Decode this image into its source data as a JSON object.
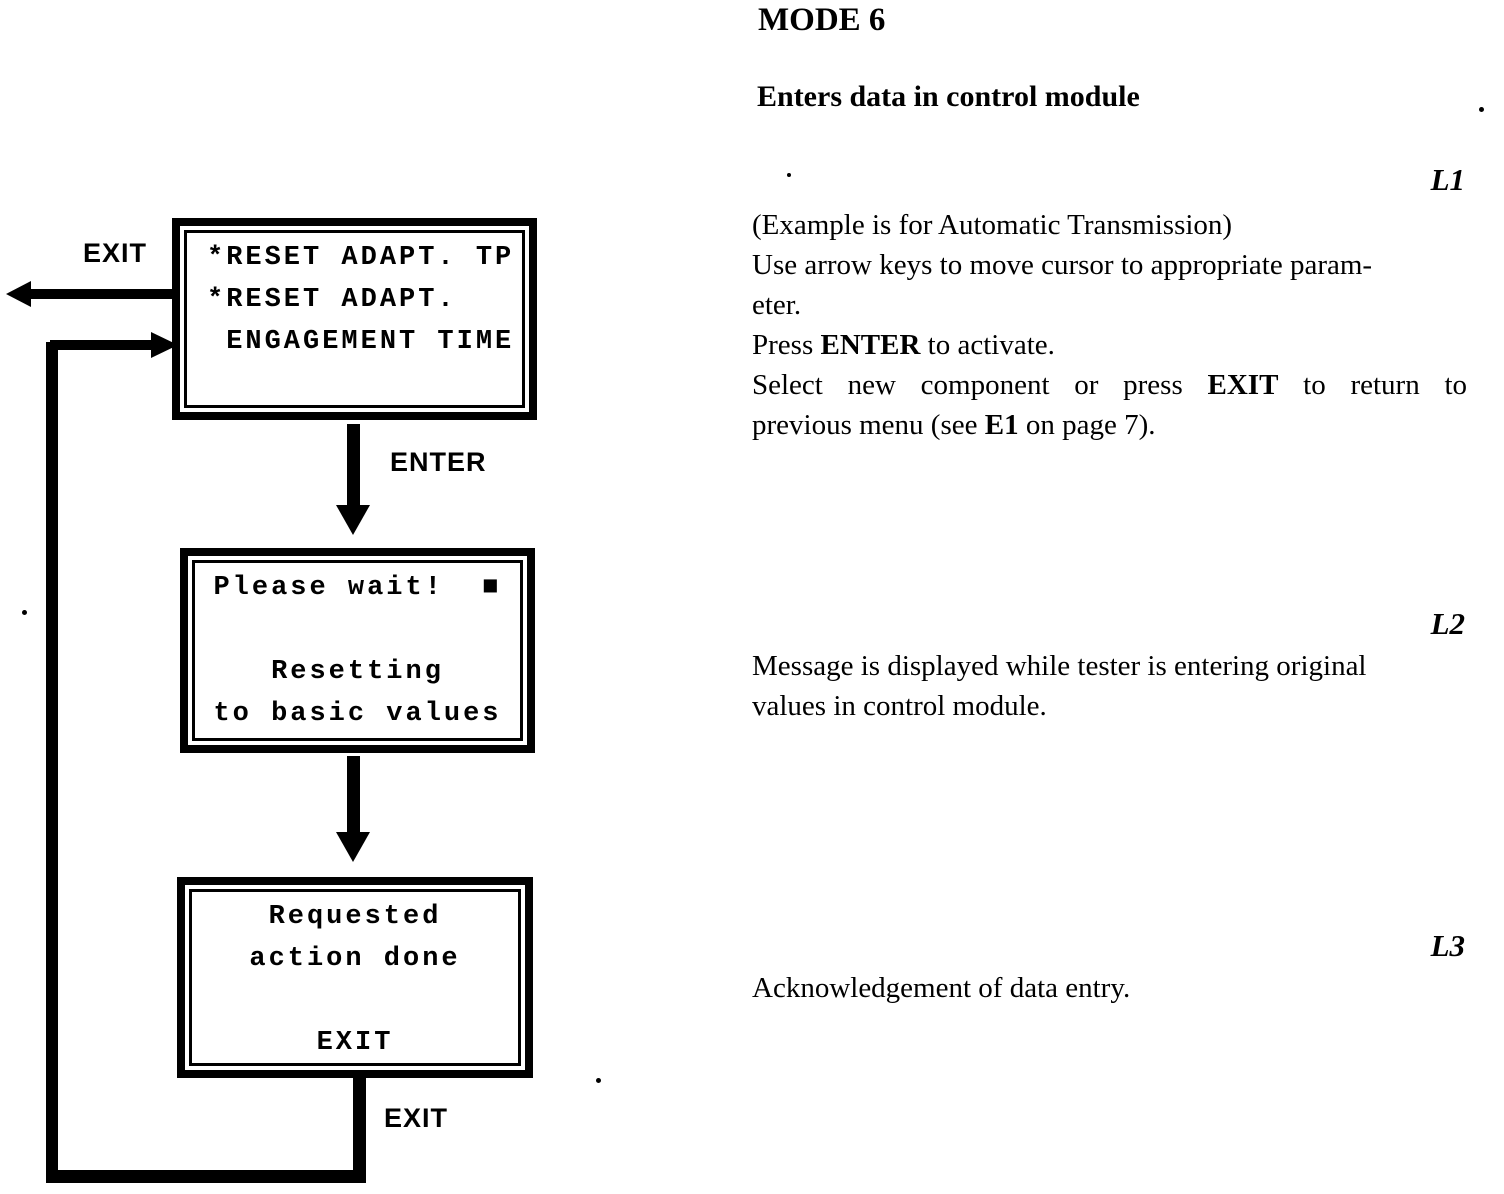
{
  "page": {
    "background": "#ffffff",
    "ink": "#000000"
  },
  "flowchart": {
    "screens": {
      "s1": {
        "lines": [
          "*RESET ADAPT. TP",
          "*RESET ADAPT.",
          " ENGAGEMENT TIME",
          ""
        ]
      },
      "s2": {
        "lines": [
          "Please wait!  ■",
          "",
          "Resetting",
          "to basic values"
        ]
      },
      "s3": {
        "lines": [
          "Requested",
          "action done",
          "",
          "EXIT"
        ]
      }
    },
    "labels": {
      "exit_top": "EXIT",
      "enter": "ENTER",
      "exit_bottom": "EXIT"
    }
  },
  "annotations": {
    "title": "MODE 6",
    "subtitle": "Enters data in control module",
    "l1": {
      "ref": "L1",
      "line1": "(Example is for Automatic Transmission)",
      "line2": "Use arrow keys to move cursor to appropriate param-",
      "line3": "eter.",
      "line4_pre": "Press ",
      "line4_key": "ENTER",
      "line4_post": " to activate.",
      "line5_pre": "Select new component or press ",
      "line5_key": "EXIT",
      "line5_post": " to return to",
      "line6_pre": "previous menu (see ",
      "line6_ref": "E1",
      "line6_post": " on page 7)."
    },
    "l2": {
      "ref": "L2",
      "line1": "Message is displayed while tester is entering original",
      "line2": "values in control module."
    },
    "l3": {
      "ref": "L3",
      "line1": "Acknowledgement of data entry."
    }
  }
}
